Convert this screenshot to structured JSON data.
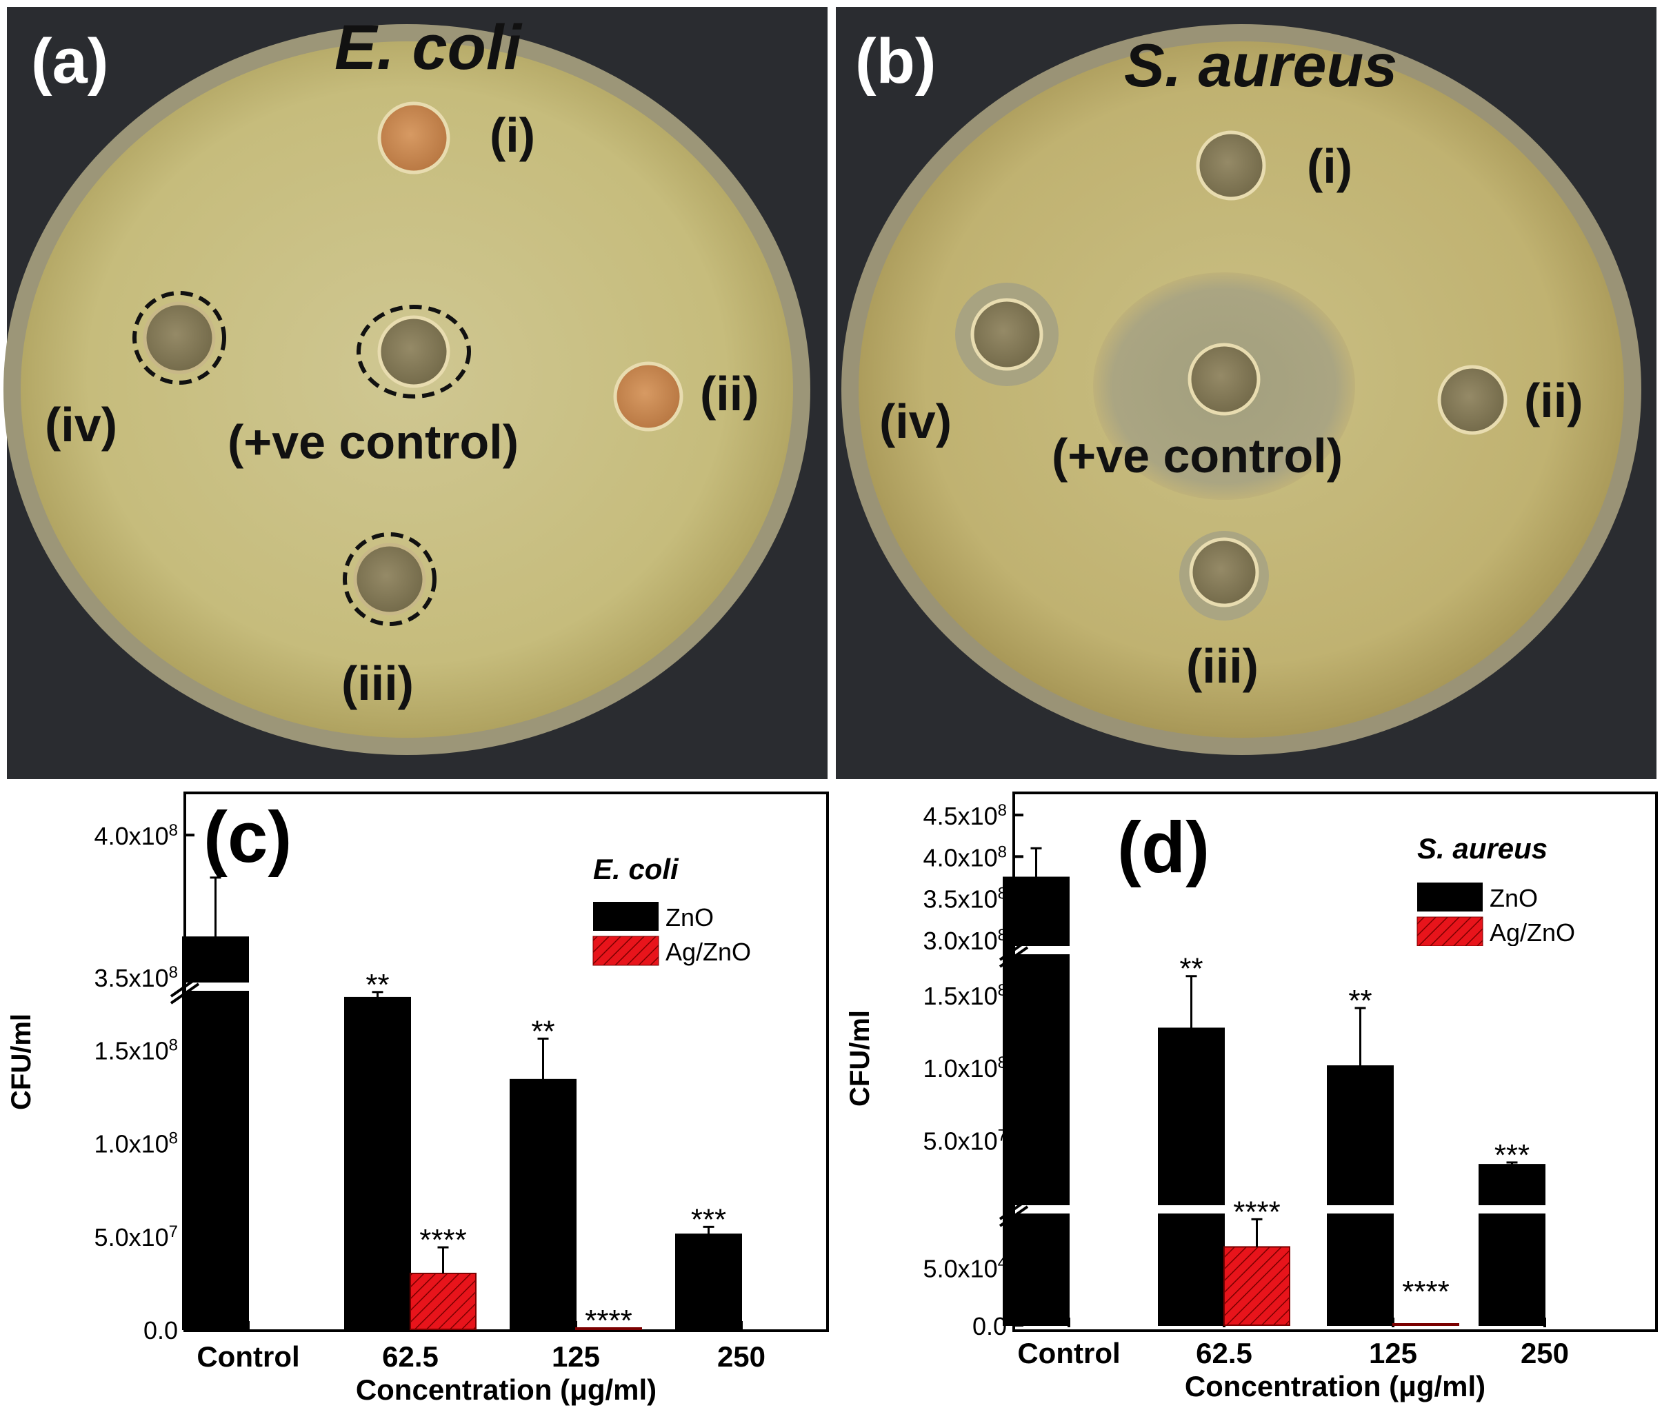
{
  "panels": {
    "a": {
      "label": "(a)",
      "organism": "E. coli",
      "wells": [
        "(i)",
        "(ii)",
        "(iii)",
        "(iv)",
        "(+ve control)"
      ]
    },
    "b": {
      "label": "(b)",
      "organism": "S. aureus",
      "wells": [
        "(i)",
        "(ii)",
        "(iii)",
        "(iv)",
        "(+ve  control)"
      ]
    }
  },
  "colors": {
    "zno": "#000000",
    "agzno": "#e8141b",
    "agzno_hatch": "#7a0000",
    "plate_ecoli": "#c9c083",
    "plate_saureus": "#c5b87a",
    "photo_bg": "#2a2c30"
  },
  "chart_data": [
    {
      "panel_label": "(c)",
      "type": "bar",
      "legend_title": "E. coli",
      "legend_position": "top-right",
      "categories": [
        "Control",
        "62.5",
        "125",
        "250"
      ],
      "series": [
        {
          "name": "ZnO",
          "values": [
            364000000,
            178000000,
            134000000,
            51000000
          ],
          "errors": [
            21000000,
            3000000,
            22000000,
            4000000
          ]
        },
        {
          "name": "Ag/ZnO",
          "values": [
            null,
            30000000,
            500000,
            null
          ],
          "errors": [
            null,
            14000000,
            null,
            null
          ]
        }
      ],
      "significance": [
        {
          "category": "62.5",
          "series": "ZnO",
          "text": "**"
        },
        {
          "category": "62.5",
          "series": "Ag/ZnO",
          "text": "****"
        },
        {
          "category": "125",
          "series": "ZnO",
          "text": "**"
        },
        {
          "category": "125",
          "series": "Ag/ZnO",
          "text": "****"
        },
        {
          "category": "250",
          "series": "ZnO",
          "text": "***"
        }
      ],
      "xlabel": "Concentration (μg/ml)",
      "ylabel": "CFU/ml",
      "axis_break": {
        "lower_range": [
          0,
          185000000
        ],
        "upper_range": [
          348000000,
          410000000
        ]
      },
      "yticks_lower": [
        {
          "value": 0,
          "mant": "0.0",
          "exp": ""
        },
        {
          "value": 50000000,
          "mant": "5.0x10",
          "exp": "7"
        },
        {
          "value": 100000000,
          "mant": "1.0x10",
          "exp": "8"
        },
        {
          "value": 150000000,
          "mant": "1.5x10",
          "exp": "8"
        }
      ],
      "yticks_upper": [
        {
          "value": 350000000,
          "mant": "3.5x10",
          "exp": "8"
        },
        {
          "value": 400000000,
          "mant": "4.0x10",
          "exp": "8"
        }
      ]
    },
    {
      "panel_label": "(d)",
      "type": "bar",
      "legend_title": "S. aureus",
      "legend_position": "top-right",
      "categories": [
        "Control",
        "62.5",
        "125",
        "250"
      ],
      "series": [
        {
          "name": "ZnO",
          "values": [
            375000000,
            127000000,
            101000000,
            33000000
          ],
          "errors": [
            35000000,
            36000000,
            40000000,
            1500000
          ]
        },
        {
          "name": "Ag/ZnO",
          "values": [
            null,
            68000,
            0,
            null
          ],
          "errors": [
            null,
            24000,
            null,
            null
          ]
        }
      ],
      "significance": [
        {
          "category": "62.5",
          "series": "ZnO",
          "text": "**"
        },
        {
          "category": "62.5",
          "series": "Ag/ZnO",
          "text": "****"
        },
        {
          "category": "125",
          "series": "ZnO",
          "text": "**"
        },
        {
          "category": "125",
          "series": "Ag/ZnO",
          "text": "****"
        },
        {
          "category": "250",
          "series": "ZnO",
          "text": "***"
        }
      ],
      "xlabel": "Concentration (μg/ml)",
      "ylabel": "CFU/ml",
      "axis_break": {
        "lower_range": [
          0,
          100000
        ],
        "middle_range": [
          5000000,
          180000000
        ],
        "upper_range": [
          290000000,
          460000000
        ]
      },
      "yticks_lower": [
        {
          "value": 0,
          "mant": "0.0",
          "exp": ""
        },
        {
          "value": 50000,
          "mant": "5.0x10",
          "exp": "4"
        }
      ],
      "yticks_middle": [
        {
          "value": 50000000,
          "mant": "5.0x10",
          "exp": "7"
        },
        {
          "value": 100000000,
          "mant": "1.0x10",
          "exp": "8"
        },
        {
          "value": 150000000,
          "mant": "1.5x10",
          "exp": "8"
        }
      ],
      "yticks_upper": [
        {
          "value": 300000000,
          "mant": "3.0x10",
          "exp": "8"
        },
        {
          "value": 350000000,
          "mant": "3.5x10",
          "exp": "8"
        },
        {
          "value": 400000000,
          "mant": "4.0x10",
          "exp": "8"
        },
        {
          "value": 450000000,
          "mant": "4.5x10",
          "exp": "8"
        }
      ]
    }
  ]
}
